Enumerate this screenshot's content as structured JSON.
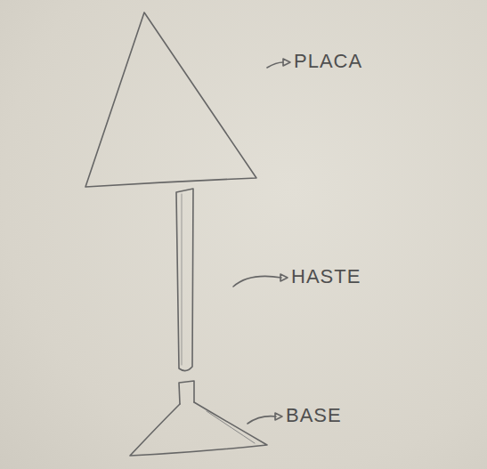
{
  "diagram": {
    "labels": [
      "PLACA",
      "HASTE",
      "BASE"
    ]
  }
}
